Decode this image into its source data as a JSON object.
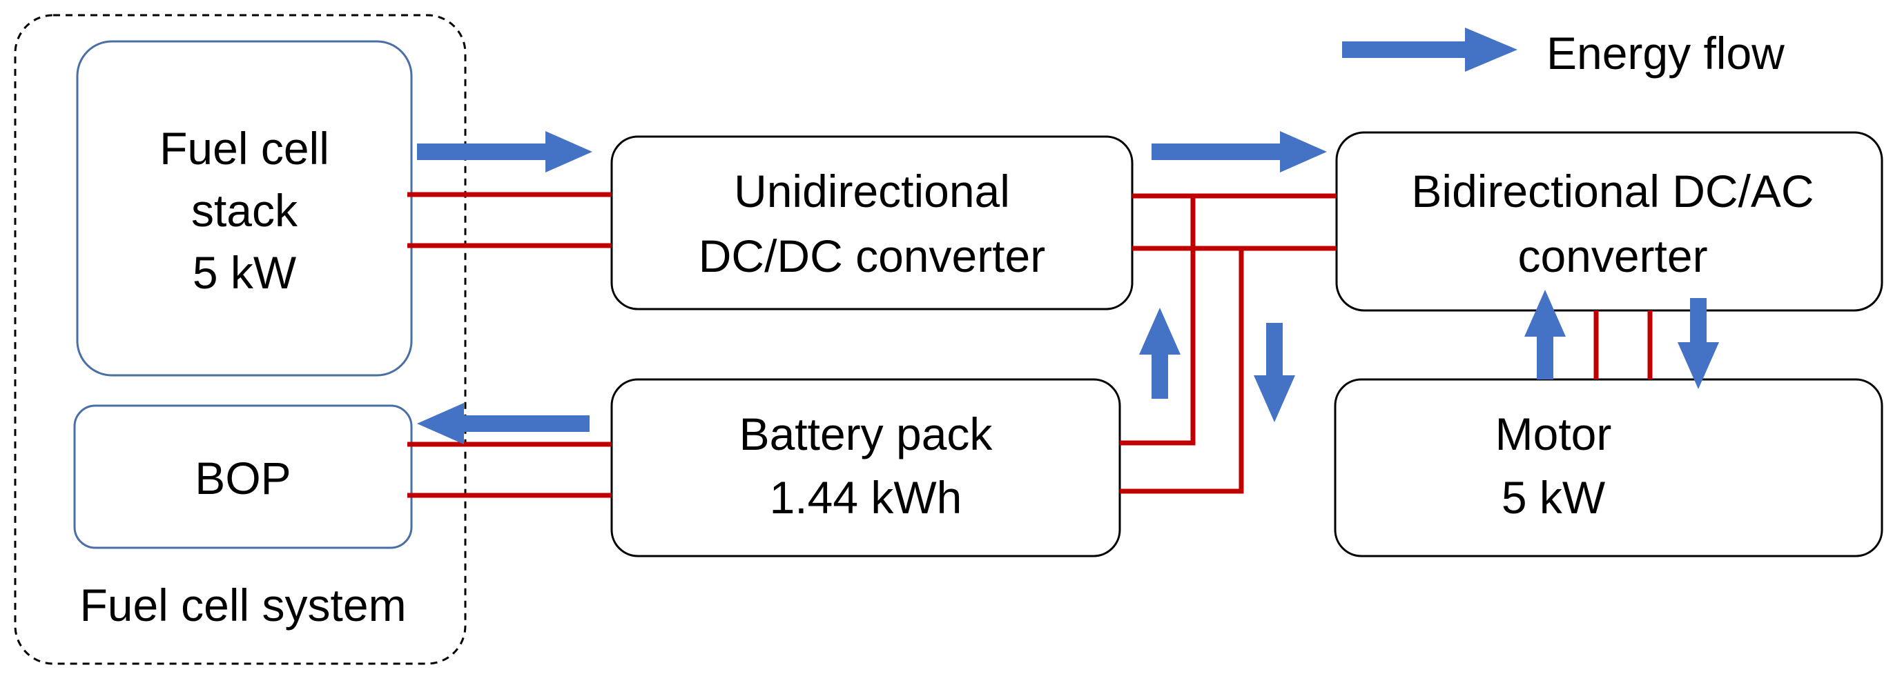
{
  "legend": {
    "label": "Energy flow",
    "arrow_icon": "right-arrow-icon"
  },
  "fuel_cell_system": {
    "label": "Fuel cell system",
    "stack": {
      "line1": "Fuel cell",
      "line2": "stack",
      "line3": "5 kW"
    },
    "bop": {
      "label": "BOP"
    }
  },
  "unidirectional_converter": {
    "line1": "Unidirectional",
    "line2": "DC/DC converter"
  },
  "bidirectional_converter": {
    "line1": "Bidirectional DC/AC",
    "line2": "converter"
  },
  "battery_pack": {
    "line1": "Battery pack",
    "line2": "1.44 kWh"
  },
  "motor": {
    "line1": "Motor",
    "line2": "5 kW"
  },
  "colors": {
    "energy_flow_arrow": "#4472C4",
    "electrical_line": "#C00000",
    "component_border_blue": "#4A6FA5",
    "component_border": "#000000"
  }
}
